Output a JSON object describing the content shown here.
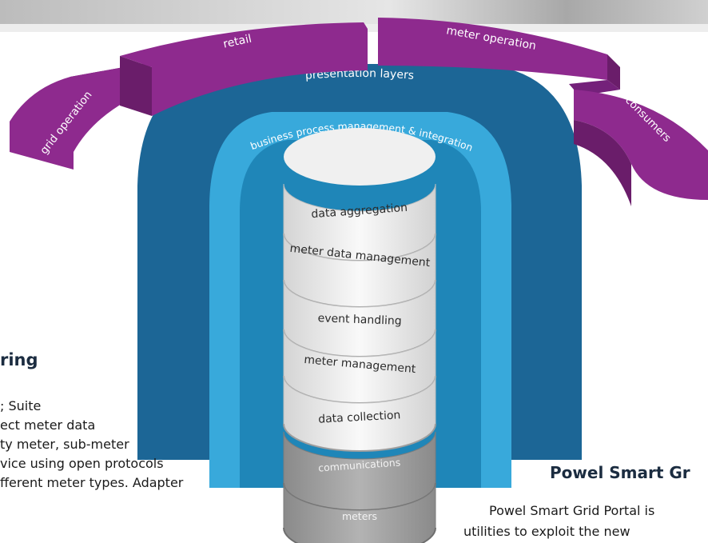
{
  "diagram": {
    "outer_segments": [
      {
        "id": "grid-operation",
        "label": "grid operation"
      },
      {
        "id": "retail",
        "label": "retail"
      },
      {
        "id": "meter-operation",
        "label": "meter operation"
      },
      {
        "id": "consumers",
        "label": "consumers"
      }
    ],
    "arcs": [
      {
        "id": "presentation-layers",
        "label": "presentation layers"
      },
      {
        "id": "business-process",
        "label": "business process management & integration"
      }
    ],
    "stack_layers": [
      {
        "id": "data-aggregation",
        "label": "data aggregation"
      },
      {
        "id": "meter-data-management",
        "label": "meter data management"
      },
      {
        "id": "event-handling",
        "label": "event handling"
      },
      {
        "id": "meter-management",
        "label": "meter management"
      },
      {
        "id": "data-collection",
        "label": "data collection"
      },
      {
        "id": "communications",
        "label": "communications"
      },
      {
        "id": "meters",
        "label": "meters"
      }
    ],
    "colors": {
      "purple": "#8e2a8e",
      "dark_blue": "#1c6696",
      "light_blue": "#38a9db",
      "cylinder_white": "#f4f4f4",
      "cylinder_gray": "#a6a6a6"
    }
  },
  "left_section": {
    "heading": "ring",
    "lines": [
      "; Suite",
      "ect meter data",
      "ty meter, sub-meter",
      "vice using open protocols",
      "fferent meter types. Adapter"
    ]
  },
  "right_section": {
    "heading": "Powel Smart Gr",
    "lines": [
      "Powel Smart Grid Portal is",
      "utilities to exploit the new"
    ]
  }
}
